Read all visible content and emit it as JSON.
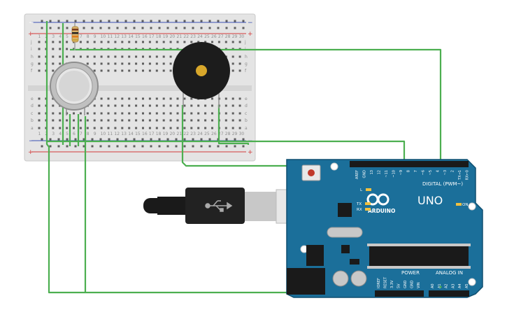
{
  "breadboard": {
    "rail_plus": "+",
    "rail_minus": "−",
    "row_letters_top": [
      "j",
      "i",
      "h",
      "g",
      "f"
    ],
    "row_letters_bottom": [
      "e",
      "d",
      "c",
      "b",
      "a"
    ],
    "column_numbers": [
      "1",
      "2",
      "3",
      "4",
      "5",
      "6",
      "7",
      "8",
      "9",
      "10",
      "11",
      "12",
      "13",
      "14",
      "15",
      "16",
      "17",
      "18",
      "19",
      "20",
      "21",
      "22",
      "23",
      "24",
      "25",
      "26",
      "27",
      "28",
      "29",
      "30"
    ]
  },
  "components": {
    "resistor": "resistor",
    "gas_sensor": "gas-sensor",
    "buzzer": "piezo-buzzer"
  },
  "arduino": {
    "brand": "ARDUINO",
    "model": "UNO",
    "digital_label": "DIGITAL (PWM~)",
    "analog_label": "ANALOG IN",
    "power_label": "POWER",
    "on_label": "ON",
    "l_label": "L",
    "tx_label": "TX",
    "rx_label": "RX",
    "top_pins": [
      "AREF",
      "GND",
      "13",
      "12",
      "~11",
      "~10",
      "~9",
      "8",
      "7",
      "~6",
      "~5",
      "4",
      "~3",
      "2",
      "TX→1",
      "RX←0"
    ],
    "power_pins": [
      "IOREF",
      "RESET",
      "3.3V",
      "5V",
      "GND",
      "GND",
      "VIN"
    ],
    "analog_pins": [
      "A0",
      "A1",
      "A2",
      "A3",
      "A4",
      "A5"
    ]
  },
  "colors": {
    "wire": "#4caf50",
    "board": "#1b6f9a",
    "breadboard": "#e3e3e3",
    "rail_red": "#d23a3a",
    "rail_blue": "#3a4fb5"
  }
}
